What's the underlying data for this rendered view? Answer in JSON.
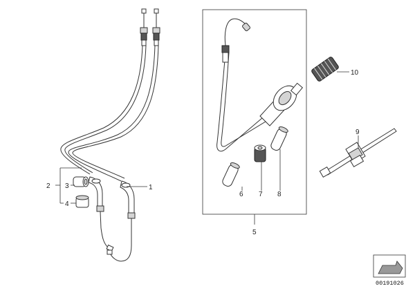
{
  "diagram": {
    "part_numbers": [
      "1",
      "2",
      "3",
      "4",
      "5",
      "6",
      "7",
      "8",
      "9",
      "10"
    ],
    "catalog_code": "00191026"
  }
}
